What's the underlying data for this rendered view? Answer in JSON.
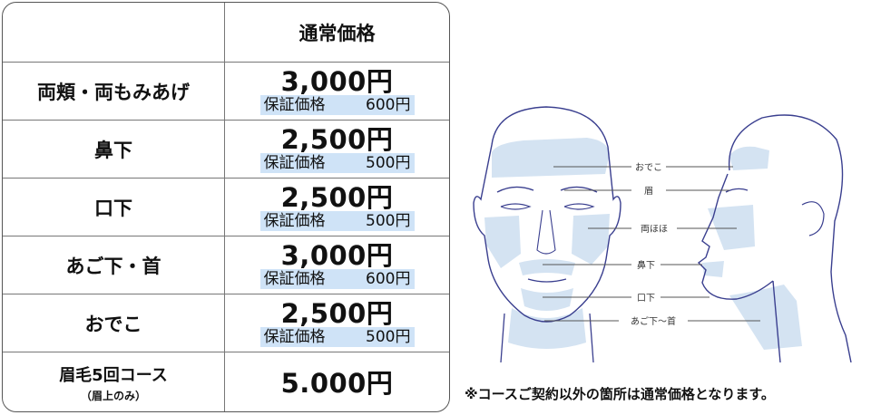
{
  "table": {
    "header": "通常価格",
    "rows": [
      {
        "name": "両頬・両もみあげ",
        "price": "3,000円",
        "guarantee_label": "保証価格",
        "guarantee_price": "600円"
      },
      {
        "name": "鼻下",
        "price": "2,500円",
        "guarantee_label": "保証価格",
        "guarantee_price": "500円"
      },
      {
        "name": "口下",
        "price": "2,500円",
        "guarantee_label": "保証価格",
        "guarantee_price": "500円"
      },
      {
        "name": "あご下・首",
        "price": "3,000円",
        "guarantee_label": "保証価格",
        "guarantee_price": "600円"
      },
      {
        "name": "おでこ",
        "price": "2,500円",
        "guarantee_label": "保証価格",
        "guarantee_price": "500円"
      }
    ],
    "eyebrow": {
      "name": "眉毛5回コース",
      "note": "（眉上のみ）",
      "price": "5.000円"
    }
  },
  "diagram": {
    "labels": {
      "forehead": "おでこ",
      "brow": "眉",
      "cheeks": "両ほほ",
      "nose_under": "鼻下",
      "mouth_under": "口下",
      "chin_neck": "あご下〜首"
    },
    "colors": {
      "region": "#d4e3f2",
      "outline": "#3a3f8f",
      "line": "#555555"
    }
  },
  "footnote": "※コースご契約以外の箇所は通常価格となります。"
}
